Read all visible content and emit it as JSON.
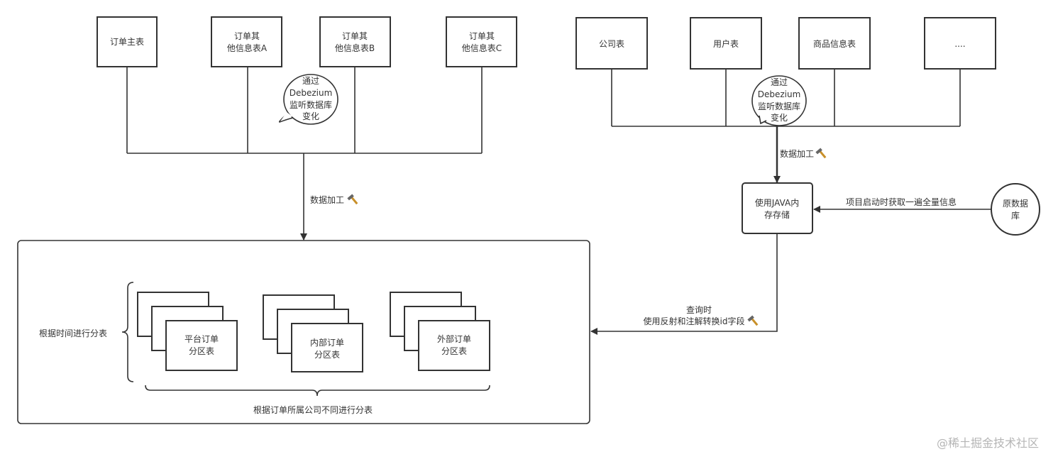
{
  "left_sources": [
    {
      "lines": [
        "订单主表"
      ]
    },
    {
      "lines": [
        "订单其",
        "他信息表A"
      ]
    },
    {
      "lines": [
        "订单其",
        "他信息表B"
      ]
    },
    {
      "lines": [
        "订单其",
        "他信息表C"
      ]
    }
  ],
  "right_sources": [
    {
      "lines": [
        "公司表"
      ]
    },
    {
      "lines": [
        "用户表"
      ]
    },
    {
      "lines": [
        "商品信息表"
      ]
    },
    {
      "lines": [
        "...."
      ]
    }
  ],
  "bubble": {
    "lines": [
      "通过",
      "Debezium",
      "监听数据库",
      "变化"
    ]
  },
  "edge_labels": {
    "process_left": "数据加工",
    "process_right": "数据加工",
    "load_on_start": "项目启动时获取一遍全量信息",
    "query_line1": "查询时",
    "query_line2": "使用反射和注解转换id字段"
  },
  "java_store": {
    "lines": [
      "使用JAVA内",
      "存存储"
    ]
  },
  "origin_db": {
    "lines": [
      "原数据",
      "库"
    ]
  },
  "partitions": [
    {
      "lines": [
        "平台订单",
        "分区表"
      ]
    },
    {
      "lines": [
        "内部订单",
        "分区表"
      ]
    },
    {
      "lines": [
        "外部订单",
        "分区表"
      ]
    }
  ],
  "brace_labels": {
    "time": "根据时间进行分表",
    "company": "根据订单所属公司不同进行分表"
  },
  "watermark": "@稀土掘金技术社区",
  "icons": {
    "hammer": "hammer-icon"
  }
}
